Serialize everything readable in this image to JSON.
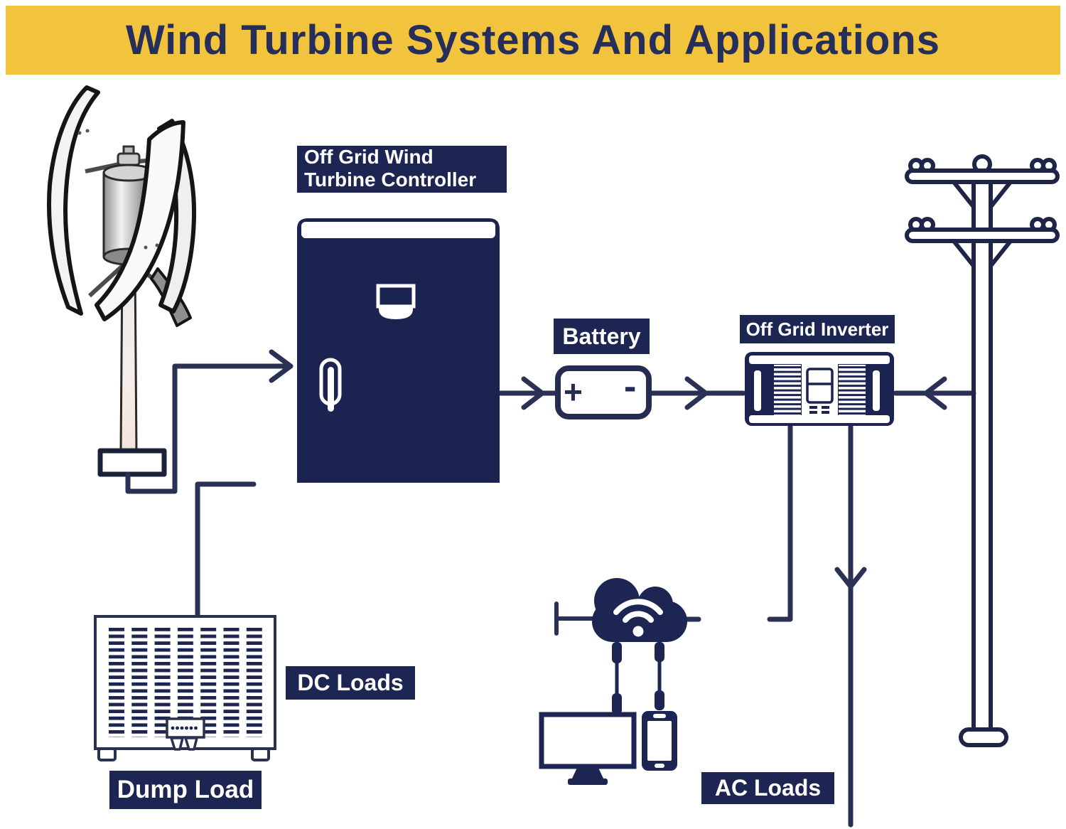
{
  "title": "Wind Turbine Systems And Applications",
  "colors": {
    "banner_yellow": "#f2c33c",
    "navy_box": "#1d2553",
    "line_navy": "#2b3154",
    "title_text": "#262e5c",
    "white": "#ffffff"
  },
  "labels": {
    "controller": {
      "line1": "Off Grid Wind",
      "line2": "Turbine Controller"
    },
    "battery": "Battery",
    "inverter": "Off Grid Inverter",
    "dc_loads": "DC Loads",
    "dump_load": "Dump Load",
    "ac_loads": "AC Loads"
  },
  "battery_terminals": {
    "positive": "+",
    "negative": "-"
  }
}
